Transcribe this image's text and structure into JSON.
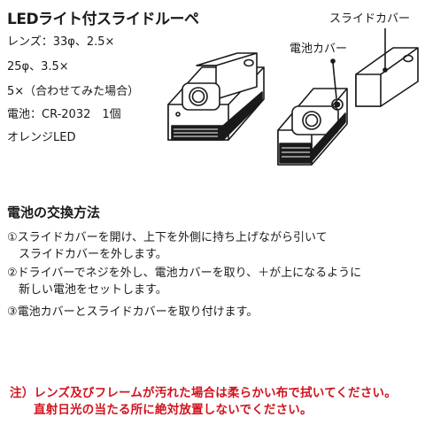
{
  "title": "LEDライト付スライドルーペ",
  "specs": [
    "レンズ：33φ、2.5×",
    "25φ、3.5×",
    "5×（合わせてみた場合）",
    "電池：CR-2032　1個",
    "オレンジLED"
  ],
  "callouts": {
    "slide_cover": "スライドカバー",
    "battery_cover": "電池カバー"
  },
  "section": {
    "heading": "電池の交換方法",
    "steps": [
      {
        "lines": [
          "①スライドカバーを開け、上下を外側に持ち上げながら引いて",
          "スライドカバーを外します。"
        ]
      },
      {
        "lines": [
          "②ドライバーでネジを外し、電池カバーを取り、＋が上になるように",
          "新しい電池をセットします。"
        ]
      },
      {
        "lines": [
          "③電池カバーとスライドカバーを取り付けます。"
        ]
      }
    ]
  },
  "notes": [
    "注）レンズ及びフレームが汚れた場合は柔らかい布で拭いてください。",
    "直射日光の当たる所に絶対放置しないでください。"
  ],
  "colors": {
    "text": "#1a1a1a",
    "warning": "#d0141e"
  }
}
